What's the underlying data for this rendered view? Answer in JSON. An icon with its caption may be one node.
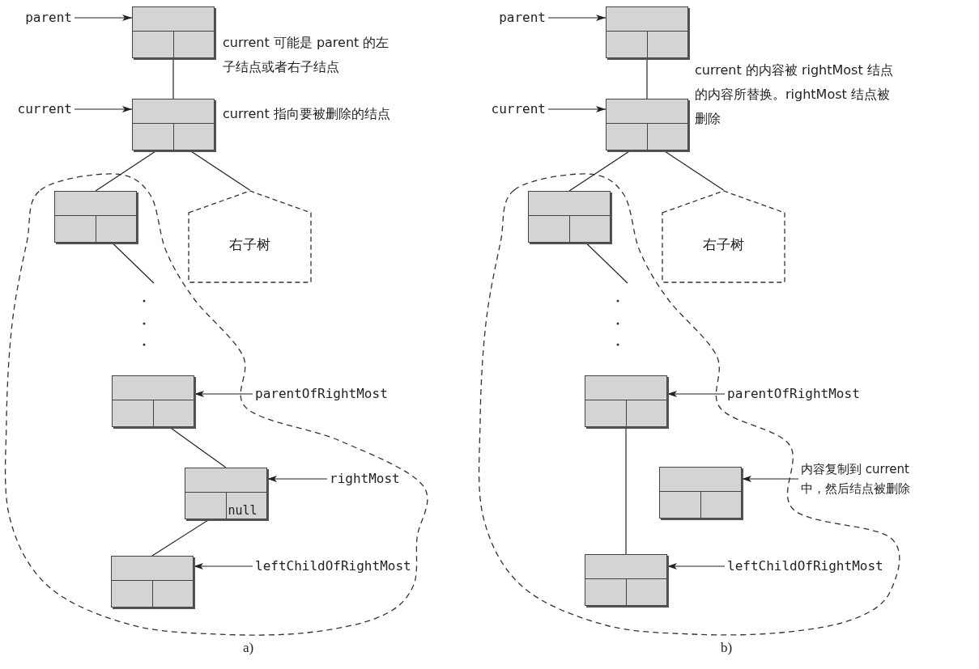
{
  "diagram": {
    "nodes": [
      {
        "text": [
          "parent"
        ]
      },
      {
        "text": [],
        "shape": "box"
      },
      {
        "text": [
          "current"
        ]
      },
      {
        "text": [],
        "shape": "box"
      },
      {
        "text": [],
        "shape": "box"
      },
      {
        "text": [
          "右子树"
        ]
      },
      {
        "text": [],
        "shape": "box"
      },
      {
        "text": [
          "parentOfRightMost"
        ]
      },
      {
        "text": [
          "null"
        ]
      },
      {
        "text": [
          "rightMost"
        ]
      },
      {
        "text": [],
        "shape": "box"
      },
      {
        "text": [
          "leftChildOfRightMost"
        ]
      },
      {
        "text": [
          "parent"
        ]
      },
      {
        "text": [],
        "shape": "box"
      },
      {
        "text": [
          "current"
        ]
      },
      {
        "text": [],
        "shape": "box"
      },
      {
        "text": [],
        "shape": "box"
      },
      {
        "text": [
          "右子树"
        ]
      },
      {
        "text": [],
        "shape": "box"
      },
      {
        "text": [
          "parentOfRightMost"
        ]
      },
      {
        "text": [],
        "shape": "box"
      },
      {
        "text": [
          "内容复制到 current 中，然后结点被删除"
        ]
      },
      {
        "text": [],
        "shape": "box"
      },
      {
        "text": [
          "leftChildOfRightMost"
        ]
      }
    ],
    "edges": [
      {
        "from": 0,
        "to": 1,
        "arrow": "to"
      },
      {
        "from": 2,
        "to": 3,
        "arrow": "to"
      },
      {
        "from": 1,
        "to": 3,
        "arrow": "none"
      },
      {
        "from": 3,
        "to": 4,
        "arrow": "none"
      },
      {
        "from": 3,
        "to": 5,
        "arrow": "none"
      },
      {
        "from": 4,
        "to": null,
        "arrow": "none"
      },
      {
        "from": 7,
        "to": 6,
        "arrow": "to"
      },
      {
        "from": 6,
        "to": 8,
        "arrow": "none"
      },
      {
        "from": 8,
        "to": 10,
        "arrow": "none"
      },
      {
        "from": 9,
        "to": 8,
        "arrow": "to"
      },
      {
        "from": 11,
        "to": 10,
        "arrow": "to"
      },
      {
        "from": 12,
        "to": 13,
        "arrow": "to"
      },
      {
        "from": 14,
        "to": 15,
        "arrow": "to"
      },
      {
        "from": 13,
        "to": 15,
        "arrow": "none"
      },
      {
        "from": 15,
        "to": 16,
        "arrow": "none"
      },
      {
        "from": 15,
        "to": 17,
        "arrow": "none"
      },
      {
        "from": 16,
        "to": null,
        "arrow": "none"
      },
      {
        "from": 19,
        "to": 18,
        "arrow": "to"
      },
      {
        "from": 18,
        "to": 22,
        "arrow": "none"
      },
      {
        "from": 21,
        "to": 20,
        "arrow": "to"
      },
      {
        "from": 23,
        "to": 22,
        "arrow": "to"
      }
    ],
    "labels": [
      "current 可能是 parent 的左子结点或者右子结点",
      "current 指向要被删除的结点",
      "a)",
      "current 的内容被 rightMost 结点的内容所替换。rightMost 结点被删除",
      "b)"
    ]
  }
}
